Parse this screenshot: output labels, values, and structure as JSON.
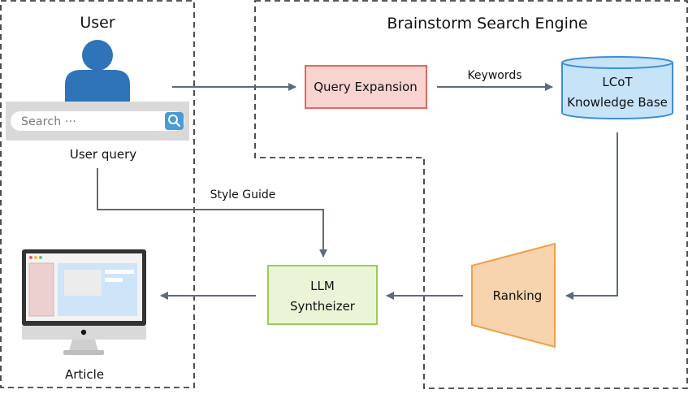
{
  "user_panel": {
    "title": "User",
    "search_placeholder": "Search ···",
    "query_label": "User query",
    "output_label": "Article"
  },
  "engine_panel": {
    "title": "Brainstorm Search Engine"
  },
  "nodes": {
    "query_expansion": "Query Expansion",
    "knowledge_base_line1": "LCoT",
    "knowledge_base_line2": "Knowledge Base",
    "ranking": "Ranking",
    "llm_line1": "LLM",
    "llm_line2": "Syntheizer"
  },
  "edges": {
    "keywords": "Keywords",
    "style_guide": "Style Guide"
  },
  "colors": {
    "user_icon": "#2f73b8",
    "search_bar_bg": "#d9d9d9",
    "search_button": "#4a9ad6",
    "query_expansion_fill": "#f9d3d0",
    "query_expansion_stroke": "#e06a63",
    "knowledge_base_fill": "#c6e3f8",
    "knowledge_base_stroke": "#3c8fd6",
    "ranking_fill": "#f7d3ae",
    "ranking_stroke": "#f0a046",
    "llm_fill": "#eaf5d8",
    "llm_stroke": "#9ccb54",
    "arrow": "#5e6a7b",
    "monitor_frame": "#333333",
    "monitor_screen": "#f3f3f3"
  }
}
